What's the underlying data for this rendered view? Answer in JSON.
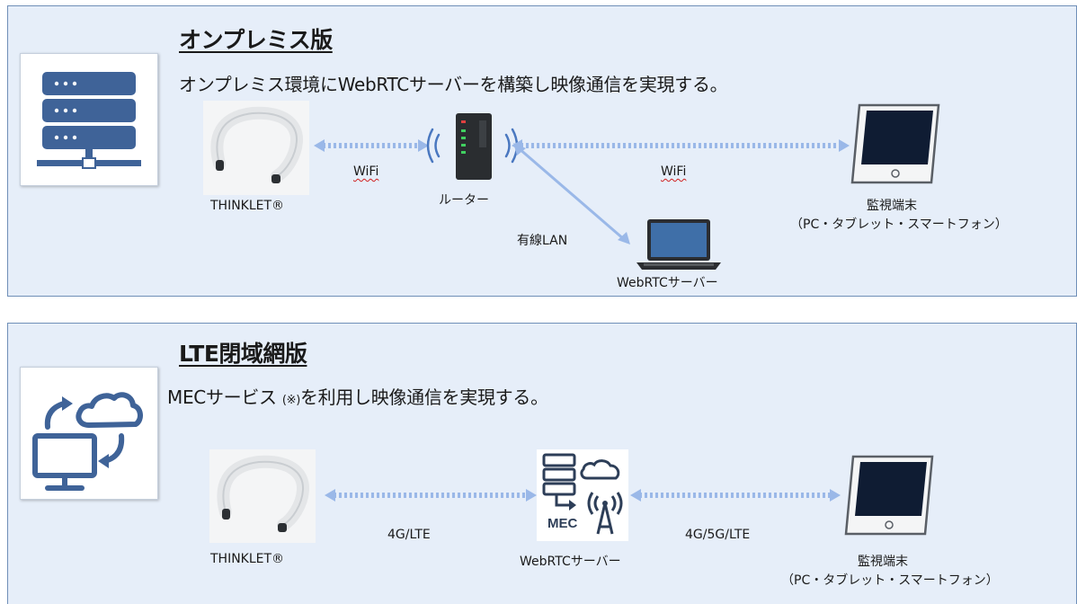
{
  "onpremise": {
    "title": "オンプレミス版",
    "subtitle": "オンプレミス環境にWebRTCサーバーを構築し映像通信を実現する。",
    "icon": "server-network-icon",
    "thinklet_label": "THINKLET®",
    "router_label": "ルーター",
    "wifi_left_label": "WiFi",
    "wifi_right_label": "WiFi",
    "wired_label": "有線LAN",
    "server_label": "WebRTCサーバー",
    "terminal_label": "監視端末",
    "terminal_sublabel": "（PC・タブレット・スマートフォン）"
  },
  "lte": {
    "title": "LTE閉域網版",
    "subtitle_main": "MECサービス",
    "subtitle_note": "(※)",
    "subtitle_rest": "を利用し映像通信を実現する。",
    "icon": "cloud-sync-computer-icon",
    "thinklet_label": "THINKLET®",
    "link_left_label": "4G/LTE",
    "link_right_label": "4G/5G/LTE",
    "mec_badge": "MEC",
    "server_label": "WebRTCサーバー",
    "terminal_label": "監視端末",
    "terminal_sublabel": "（PC・タブレット・スマートフォン）"
  },
  "colors": {
    "panel_bg": "#e6eef9",
    "panel_border": "#6f8fb8",
    "icon_blue": "#3f6398",
    "arrow_blue": "#9ab8e8"
  }
}
